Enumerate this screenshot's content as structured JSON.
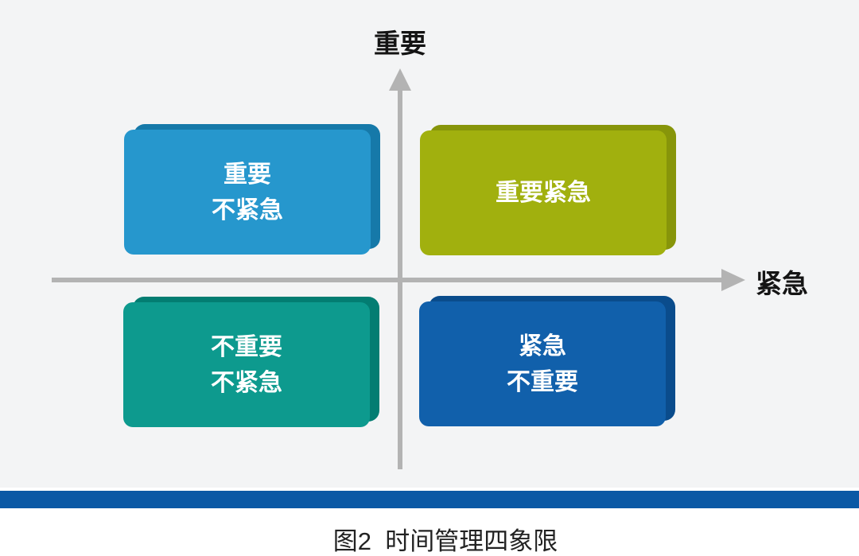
{
  "figure": {
    "background": "#f3f4f5",
    "axis_color": "#b3b3b3",
    "quadrant_text_color": "#ffffff",
    "divider_bar_color": "#0b59a5",
    "y_axis_label": "重要",
    "x_axis_label": "紧急",
    "quadrants": [
      {
        "id": "important-not-urgent",
        "position": "top-left",
        "lines": [
          "重要",
          "不紧急"
        ],
        "color": "#2697cd",
        "edge_color": "#1679a9"
      },
      {
        "id": "important-urgent",
        "position": "top-right",
        "lines": [
          "重要紧急"
        ],
        "color": "#a1b00e",
        "edge_color": "#87950a"
      },
      {
        "id": "not-important-not-urgent",
        "position": "bottom-left",
        "lines": [
          "不重要",
          "不紧急"
        ],
        "color": "#0d9a8e",
        "edge_color": "#037d72"
      },
      {
        "id": "urgent-not-important",
        "position": "bottom-right",
        "lines": [
          "紧急",
          "不重要"
        ],
        "color": "#1160ab",
        "edge_color": "#0a4c8c"
      }
    ],
    "caption": "图2  时间管理四象限"
  }
}
